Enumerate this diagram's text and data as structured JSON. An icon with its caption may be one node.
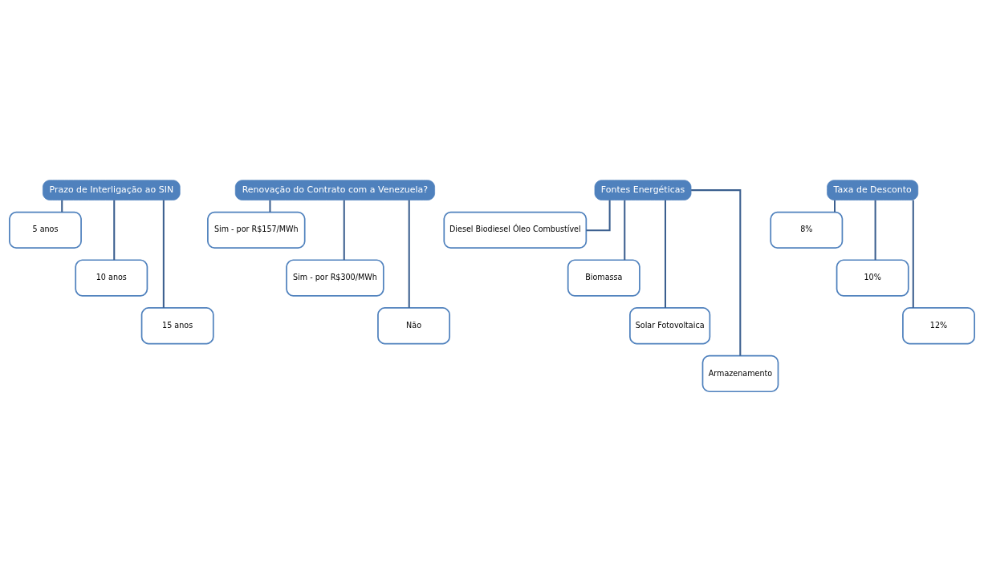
{
  "diagram": {
    "nodes": [
      {
        "text": [
          "Prazo de Interligação ao SIN"
        ]
      },
      {
        "text": [
          "5 anos"
        ]
      },
      {
        "text": [
          "10 anos"
        ]
      },
      {
        "text": [
          "15 anos"
        ]
      },
      {
        "text": [
          "Renovação do Contrato com a Venezuela?"
        ]
      },
      {
        "text": [
          "Sim - por R$157/MWh"
        ]
      },
      {
        "text": [
          "Sim - por R$300/MWh"
        ]
      },
      {
        "text": [
          "Não"
        ]
      },
      {
        "text": [
          "Fontes Energéticas"
        ]
      },
      {
        "text": [
          "Diesel Biodiesel Óleo Combustível"
        ]
      },
      {
        "text": [
          "Biomassa"
        ]
      },
      {
        "text": [
          "Solar Fotovoltaica"
        ]
      },
      {
        "text": [
          "Armazenamento"
        ]
      },
      {
        "text": [
          "Taxa de Desconto"
        ]
      },
      {
        "text": [
          "8%"
        ]
      },
      {
        "text": [
          "10%"
        ]
      },
      {
        "text": [
          "12%"
        ]
      }
    ],
    "edges": [
      {
        "from": 0,
        "to": 1,
        "arrow": "none"
      },
      {
        "from": 0,
        "to": 2,
        "arrow": "none"
      },
      {
        "from": 0,
        "to": 3,
        "arrow": "none"
      },
      {
        "from": 4,
        "to": 5,
        "arrow": "none"
      },
      {
        "from": 4,
        "to": 6,
        "arrow": "none"
      },
      {
        "from": 4,
        "to": 7,
        "arrow": "none"
      },
      {
        "from": 8,
        "to": 9,
        "arrow": "none"
      },
      {
        "from": 8,
        "to": 10,
        "arrow": "none"
      },
      {
        "from": 8,
        "to": 11,
        "arrow": "none"
      },
      {
        "from": 8,
        "to": 12,
        "arrow": "none"
      },
      {
        "from": 13,
        "to": 14,
        "arrow": "none"
      },
      {
        "from": 13,
        "to": 15,
        "arrow": "none"
      },
      {
        "from": 13,
        "to": 16,
        "arrow": "none"
      }
    ]
  }
}
